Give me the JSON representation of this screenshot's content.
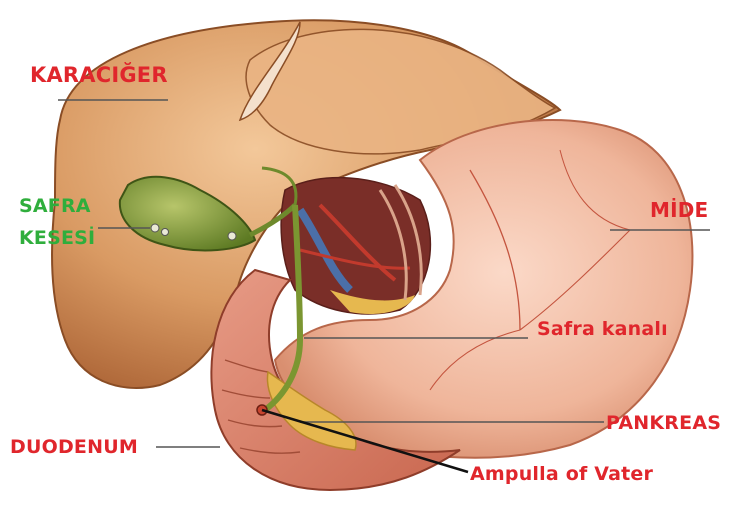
{
  "labels": {
    "karaciger": "KARACIĞER",
    "safra_kesesi_line1": "SAFRA",
    "safra_kesesi_line2": "KESESİ",
    "mide": "MİDE",
    "safra_kanali": "Safra kanalı",
    "pankreas": "PANKREAS",
    "duodenum": "DUODENUM",
    "ampulla": "Ampulla of Vater"
  },
  "colors": {
    "label_red": "#e0262c",
    "label_green": "#2fae3c",
    "liver": "#d99a63",
    "stomach": "#efb59a",
    "gallbladder": "#7f9a3a",
    "pancreas": "#e6b84f"
  }
}
